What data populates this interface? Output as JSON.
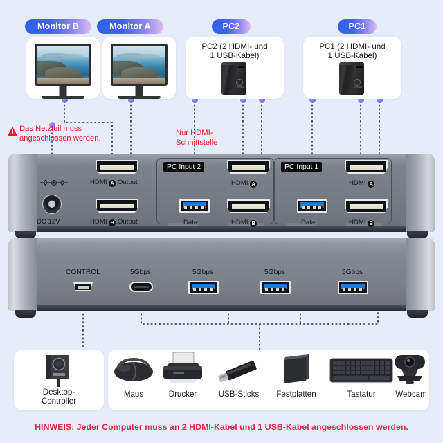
{
  "background_color": "#e7ecfb",
  "accent_color": "#4b57e8",
  "warning_color": "#e01b24",
  "note_color": "#d32f45",
  "pills": [
    {
      "id": "monitor-b",
      "label": "Monitor B"
    },
    {
      "id": "monitor-a",
      "label": "Monitor A"
    },
    {
      "id": "pc2",
      "label": "PC2"
    },
    {
      "id": "pc1",
      "label": "PC1"
    }
  ],
  "top_cards": [
    {
      "id": "monitor-b-card",
      "title": "",
      "icon": "monitor-icon"
    },
    {
      "id": "monitor-a-card",
      "title": "",
      "icon": "monitor-icon"
    },
    {
      "id": "pc2-card",
      "title": "PC2 (2 HDMI- und\n1 USB-Kabel)",
      "title_line1": "PC2 (2 HDMI- und",
      "title_line2": "1 USB-Kabel)",
      "icon": "pc-tower-icon"
    },
    {
      "id": "pc1-card",
      "title": "PC1 (2 HDMI- und\n1 USB-Kabel)",
      "title_line1": "PC1 (2 HDMI- und",
      "title_line2": "1 USB-Kabel)",
      "icon": "pc-tower-icon"
    }
  ],
  "warnings": [
    {
      "id": "power-warning",
      "line1": "Das Netzteil muss",
      "line2": "angeschlossen werden.",
      "has_icon": true
    },
    {
      "id": "hdmi-only-warning",
      "line1": "Nur HDMI-",
      "line2": "Schnittstelle",
      "has_icon": false
    }
  ],
  "device_top_panel": {
    "power": {
      "label": "DC 12V",
      "polarity_symbol": "─◇─⊙─◇─"
    },
    "outputs": [
      {
        "id": "hdmi-a-output",
        "label_prefix": "HDMI",
        "badge": "A",
        "label_suffix": "Output"
      },
      {
        "id": "hdmi-b-output",
        "label_prefix": "HDMI",
        "badge": "B",
        "label_suffix": "Output"
      }
    ],
    "input_groups": [
      {
        "id": "pc-input-2",
        "group_label": "PC Input 2",
        "usb_label": "Data",
        "hdmi_a": {
          "label_prefix": "HDMI",
          "badge": "A"
        },
        "hdmi_b": {
          "label_prefix": "HDMI",
          "badge": "B"
        }
      },
      {
        "id": "pc-input-1",
        "group_label": "PC Input 1",
        "usb_label": "Data",
        "hdmi_a": {
          "label_prefix": "HDMI",
          "badge": "A"
        },
        "hdmi_b": {
          "label_prefix": "HDMI",
          "badge": "B"
        }
      }
    ]
  },
  "device_bottom_panel": {
    "ports": [
      {
        "id": "control-port",
        "label": "CONTROL",
        "type": "mini-usb-icon"
      },
      {
        "id": "usb-c-port",
        "label": "5Gbps",
        "type": "usb-c-icon"
      },
      {
        "id": "usb-a-port-1",
        "label": "5Gbps",
        "type": "usb-a-icon"
      },
      {
        "id": "usb-a-port-2",
        "label": "5Gbps",
        "type": "usb-a-icon"
      },
      {
        "id": "usb-a-port-3",
        "label": "5Gbps",
        "type": "usb-a-icon"
      }
    ]
  },
  "bottom_cards": {
    "controller": {
      "id": "desktop-controller",
      "line1": "Desktop-",
      "line2": "Controller",
      "icon": "desktop-controller-icon"
    },
    "peripherals": [
      {
        "id": "mouse",
        "label": "Maus",
        "icon": "mouse-icon"
      },
      {
        "id": "printer",
        "label": "Drucker",
        "icon": "printer-icon"
      },
      {
        "id": "usb-sticks",
        "label": "USB-Sticks",
        "icon": "usb-stick-icon"
      },
      {
        "id": "hard-drives",
        "label": "Festplatten",
        "icon": "hard-drive-icon"
      },
      {
        "id": "keyboard",
        "label": "Tastatur",
        "icon": "keyboard-icon"
      },
      {
        "id": "webcam",
        "label": "Webcam",
        "icon": "webcam-icon"
      }
    ]
  },
  "footnote": "HINWEIS: Jeder Computer muss an 2 HDMI-Kabel und 1 USB-Kabel angeschlossen werden."
}
